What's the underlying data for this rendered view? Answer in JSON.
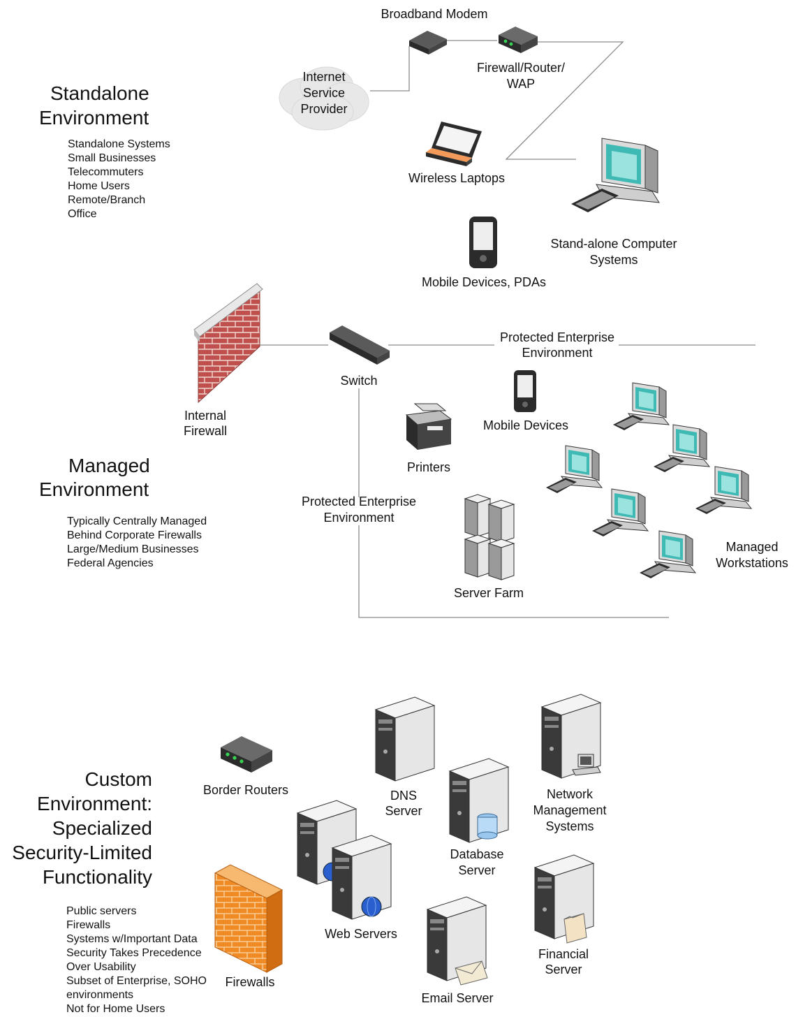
{
  "standalone": {
    "title_line1": "Standalone",
    "title_line2": "Environment",
    "items": [
      "Standalone Systems",
      "Small Businesses",
      "Telecommuters",
      "Home Users",
      "Remote/Branch",
      "Office"
    ],
    "labels": {
      "broadband_modem": "Broadband Modem",
      "isp_1": "Internet",
      "isp_2": "Service",
      "isp_3": "Provider",
      "firewall_router_1": "Firewall/Router/",
      "firewall_router_2": "WAP",
      "wireless_laptops": "Wireless Laptops",
      "standalone_computer_1": "Stand-alone Computer",
      "standalone_computer_2": "Systems",
      "mobile_pdas": "Mobile Devices, PDAs"
    }
  },
  "managed": {
    "title_line1": "Managed",
    "title_line2": "Environment",
    "items": [
      "Typically Centrally Managed",
      "Behind Corporate Firewalls",
      "Large/Medium Businesses",
      "Federal Agencies"
    ],
    "labels": {
      "internal_firewall_1": "Internal",
      "internal_firewall_2": "Firewall",
      "switch": "Switch",
      "protected_top_1": "Protected Enterprise",
      "protected_top_2": "Environment",
      "mobile_devices": "Mobile Devices",
      "printers": "Printers",
      "protected_left_1": "Protected Enterprise",
      "protected_left_2": "Environment",
      "server_farm": "Server Farm",
      "managed_ws_1": "Managed",
      "managed_ws_2": "Workstations"
    }
  },
  "custom": {
    "title_lines": [
      "Custom",
      "Environment:",
      "Specialized",
      "Security-Limited",
      "Functionality"
    ],
    "items": [
      "Public servers",
      "Firewalls",
      "Systems w/Important Data",
      "Security Takes Precedence",
      "Over Usability",
      "Subset of Enterprise, SOHO",
      "environments",
      "Not for Home Users"
    ],
    "labels": {
      "border_routers": "Border Routers",
      "dns_1": "DNS",
      "dns_2": "Server",
      "nms_1": "Network",
      "nms_2": "Management",
      "nms_3": "Systems",
      "database_1": "Database",
      "database_2": "Server",
      "web_servers": "Web Servers",
      "firewalls": "Firewalls",
      "email_server": "Email Server",
      "financial_1": "Financial",
      "financial_2": "Server"
    }
  },
  "colors": {
    "line": "#8a8a8a",
    "brick": "#c0504d",
    "firewall_orange": "#f08a24",
    "monitor_teal": "#3fb9b3",
    "server_body": "#e6e6e6",
    "device_dark": "#2b2b2b"
  }
}
